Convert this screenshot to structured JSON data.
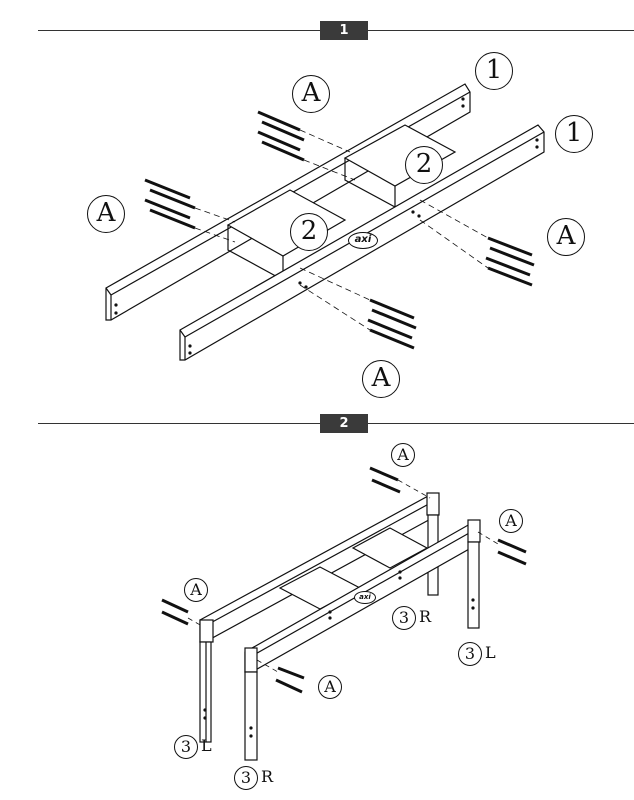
{
  "steps": [
    {
      "number": "1"
    },
    {
      "number": "2"
    }
  ],
  "callouts": {
    "part_1": "1",
    "part_2": "2",
    "part_3": "3",
    "screw_a": "A"
  },
  "side_labels": {
    "left": "L",
    "right": "R"
  },
  "logo_text": "axi",
  "colors": {
    "line": "#111111",
    "badge": "#3a3a3a",
    "background": "#ffffff"
  }
}
